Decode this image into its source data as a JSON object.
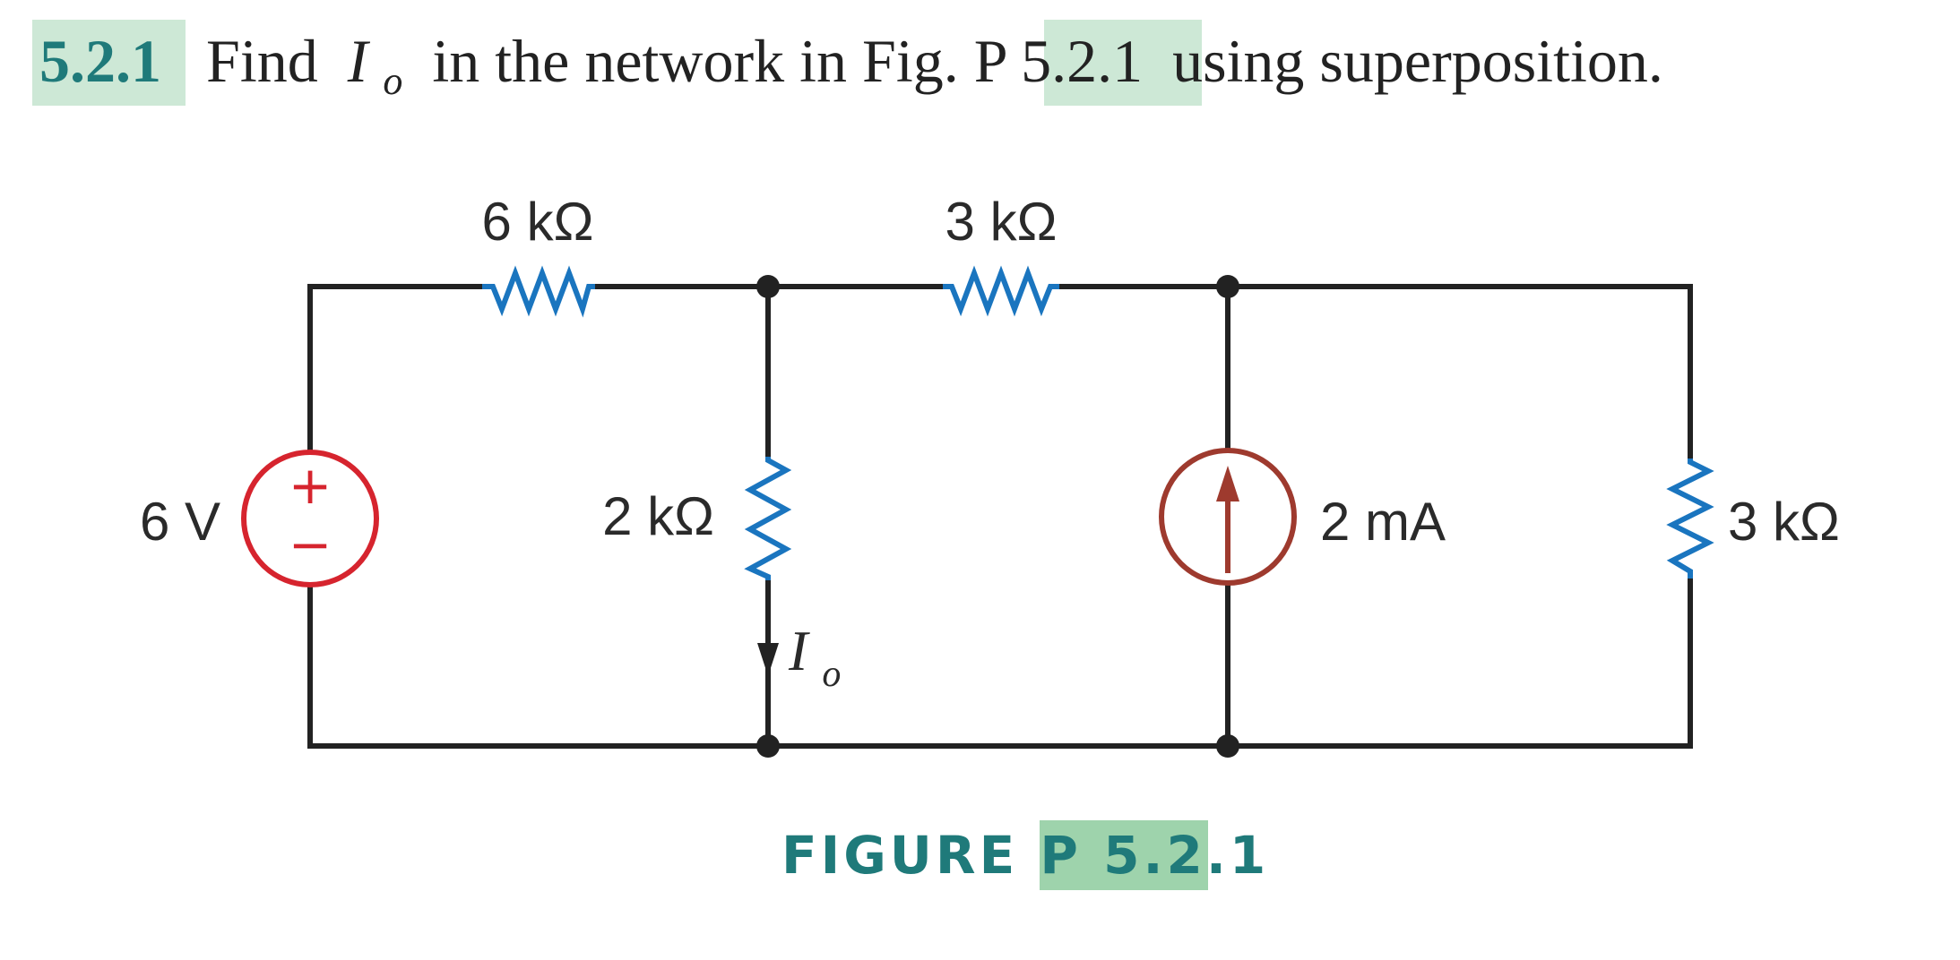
{
  "problem": {
    "number": "5.2.1",
    "text_before_var": "Find",
    "variable": "I",
    "variable_subscript": "o",
    "text_after_var": "in the network in Fig. P",
    "figure_ref_highlight": "5.2.1",
    "text_end": "using superposition."
  },
  "circuit": {
    "voltage_source": {
      "label": "6 V",
      "plus": "+",
      "minus": "−",
      "color": "#d6242e"
    },
    "resistor_top_left": {
      "label": "6 kΩ"
    },
    "resistor_top_mid": {
      "label": "3 kΩ"
    },
    "resistor_middle": {
      "label": "2 kΩ"
    },
    "current_source": {
      "label": "2 mA",
      "color": "#9e3a2e"
    },
    "resistor_right": {
      "label": "3 kΩ"
    },
    "current_label": {
      "variable": "I",
      "subscript": "o"
    },
    "colors": {
      "resistor": "#1a75bf",
      "wire": "#222222"
    }
  },
  "caption": {
    "prefix": "FIGURE P",
    "highlight": "5.2.1",
    "color": "#1f7a7a"
  }
}
